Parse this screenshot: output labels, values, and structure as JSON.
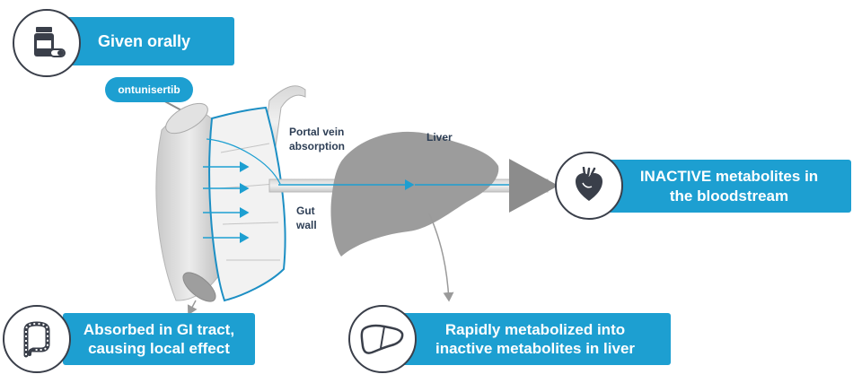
{
  "callouts": {
    "given_orally": "Given orally",
    "inactive_line1": "INACTIVE metabolites in",
    "inactive_line2": "the bloodstream",
    "absorbed_line1": "Absorbed in GI tract,",
    "absorbed_line2": "causing local effect",
    "metabolized_line1": "Rapidly metabolized into",
    "metabolized_line2": "inactive metabolites in liver"
  },
  "drug_label": "ontunisertib",
  "labels": {
    "portal_vein_line1": "Portal vein",
    "portal_vein_line2": "absorption",
    "liver": "Liver",
    "gut_line1": "Gut",
    "gut_line2": "wall"
  },
  "icons": {
    "pill_bottle": "pill-bottle-icon",
    "heart": "heart-icon",
    "intestine": "intestine-icon",
    "liver": "liver-icon"
  },
  "colors": {
    "accent": "#1d9fd1",
    "icon_stroke": "#3a3f4a",
    "text_dark": "#2d3e55",
    "organ_gray": "#9c9c9c"
  }
}
